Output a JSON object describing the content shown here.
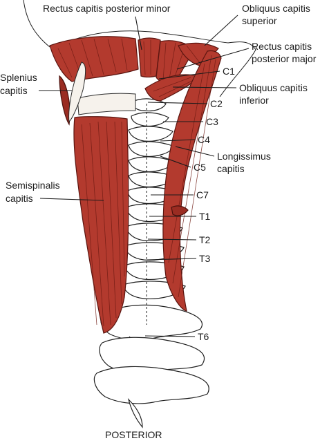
{
  "view_label": "POSTERIOR",
  "labels": {
    "rectus_capitis_posterior_minor": "Rectus capitis posterior minor",
    "obliquus_capitis_superior": [
      "Obliquus capitis",
      "superior"
    ],
    "rectus_capitis_posterior_major": [
      "Rectus capitis",
      "posterior major"
    ],
    "splenius_capitis": [
      "Splenius",
      "capitis"
    ],
    "c1": "C1",
    "obliquus_capitis_inferior": [
      "Obliquus capitis",
      "inferior"
    ],
    "c2": "C2",
    "c3": "C3",
    "c4": "C4",
    "longissimus_capitis": [
      "Longissimus",
      "capitis"
    ],
    "c5": "C5",
    "semispinalis_capitis": [
      "Semispinalis",
      "capitis"
    ],
    "c7": "C7",
    "t1": "T1",
    "t2": "T2",
    "t3": "T3",
    "t6": "T6"
  },
  "colors": {
    "muscle": "#b33a2e",
    "bone": "#ffffff",
    "outline": "#1f1f1f"
  }
}
